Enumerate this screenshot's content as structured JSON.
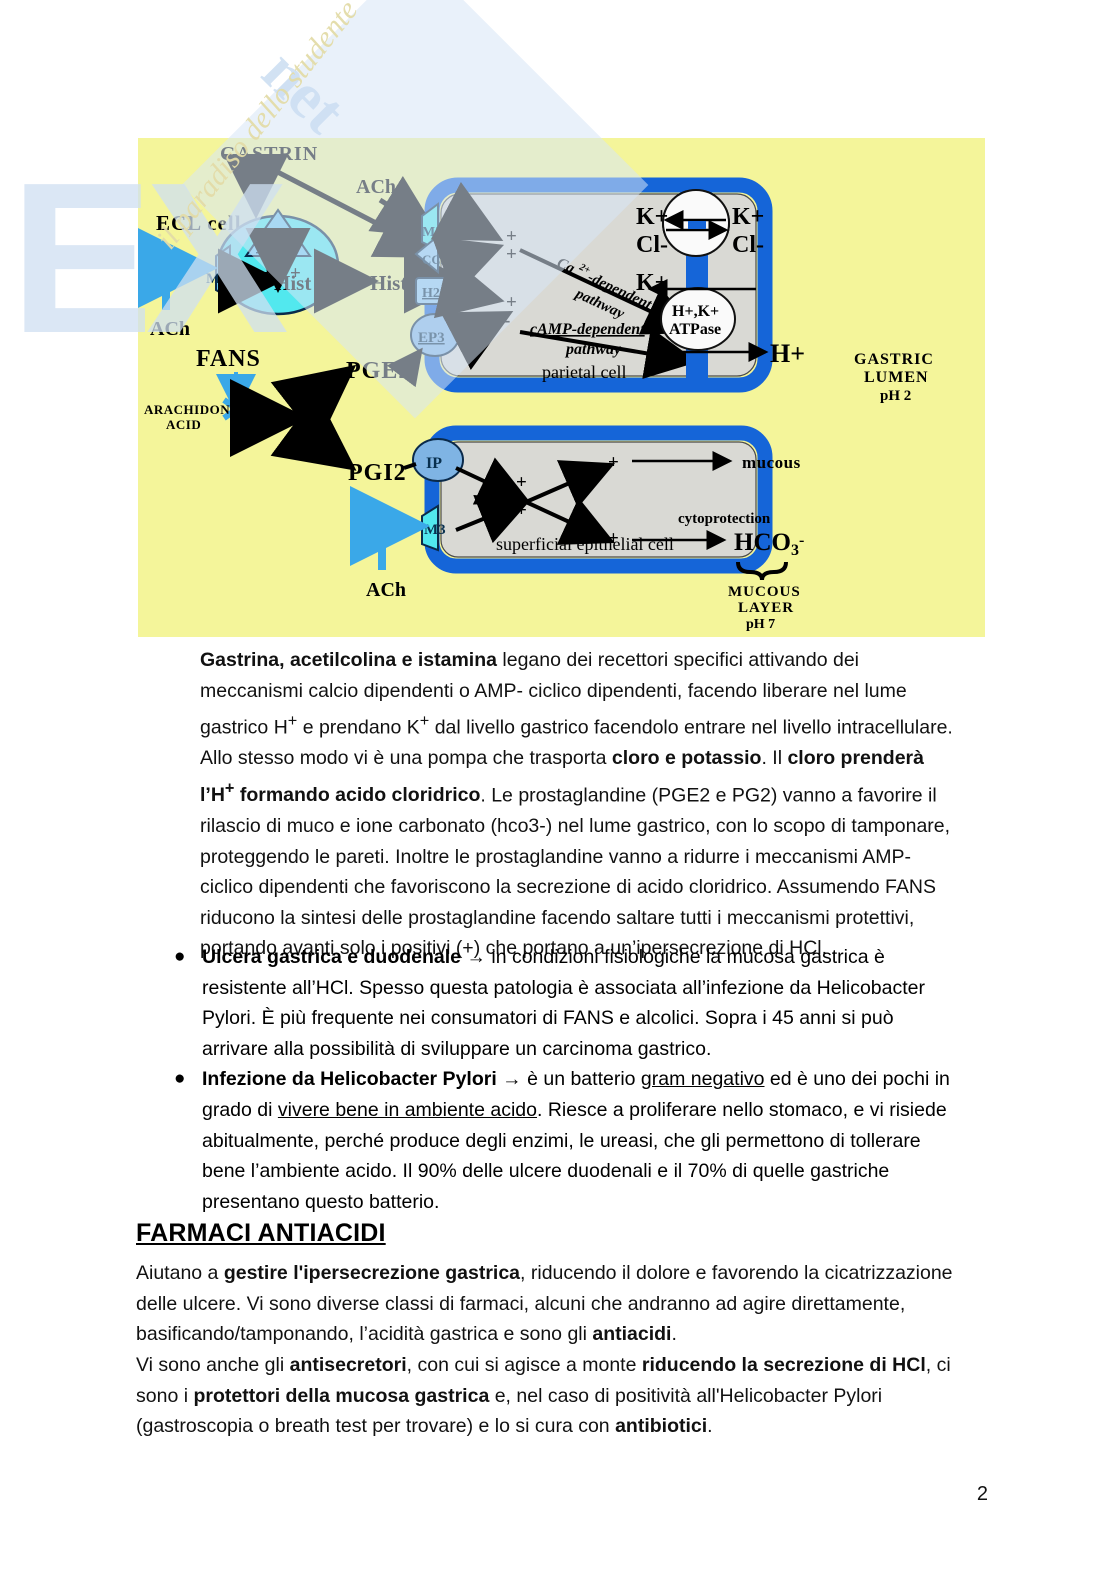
{
  "watermark": {
    "letters": "EX",
    "net": "net",
    "script": "il paradiso dello studente"
  },
  "figure": {
    "caption_alt": "gastric-acid-secretion-diagram",
    "background_color": "#f4f59a",
    "cell_border_color": "#1565d8",
    "cell_fill_color": "#d9d9d4",
    "ecl_fill_color": "#52e8ee",
    "receptor_fill_color": "#6fa8e0",
    "labels": {
      "gastrin": "GASTRIN",
      "ach_top": "ACh",
      "ecl_cell": "ECL cell",
      "cck2_ecl": "CCK2",
      "m3_ecl": "M3",
      "ach_left": "ACh",
      "hist_in": "Hist",
      "hist_out": "Hist",
      "plus1": "+",
      "plus2": "+",
      "fans": "FANS",
      "arachidonic": "ARACHIDONIC\nACID",
      "pge2": "PGE2",
      "pgi2": "PGI2",
      "m3_parietal": "M3",
      "cck2_parietal": "CCK2",
      "h2": "H2",
      "ep3": "EP3",
      "ca_pathway": "Ca2+-dependent",
      "ca_pathway2": "pathway",
      "camp_pathway": "cAMP-dependent",
      "camp_pathway2": "pathway",
      "parietal_cell": "parietal cell",
      "k_in": "K+",
      "cl_in": "Cl-",
      "k_out": "K+",
      "cl_out": "Cl-",
      "k_atp": "K+",
      "atpase": "H+,K+",
      "atpase2": "ATPase",
      "h_out": "H+",
      "gastric_lumen": "GASTRIC",
      "gastric_lumen2": "LUMEN",
      "gastric_ph": "pH 2",
      "ip": "IP",
      "m_epi": "M3",
      "ach_bottom": "ACh",
      "superficial": "superficial epithelial cell",
      "mucous": "mucous",
      "cytoprotection": "cytoprotection",
      "hco3": "HCO3-",
      "mucous_layer": "MUCOUS",
      "mucous_layer2": "LAYER",
      "mucous_ph": "pH 7",
      "plus_a": "+",
      "plus_b": "+",
      "plus_c": "+",
      "plus_d": "+",
      "minus": "-"
    }
  },
  "body": {
    "intro_html": "<b>Gastrina, acetilcolina e istamina</b> legano dei recettori specifici attivando dei meccanismi calcio dipendenti o AMP- ciclico dipendenti, facendo liberare nel lume gastrico H<sup>+</sup> e prendano K<sup>+</sup> dal livello gastrico facendolo entrare nel livello intracellulare. Allo stesso modo vi &egrave; una pompa che trasporta <b>cloro e potassio</b>. Il <b>cloro prender&agrave; l&rsquo;H<sup>+</sup> formando acido cloridrico</b>. Le prostaglandine (PGE2 e PG2) vanno a favorire il rilascio di muco e ione carbonato (hco3-) nel lume gastrico, con lo scopo di tamponare, proteggendo le pareti. Inoltre le prostaglandine vanno a ridurre i meccanismi AMP-ciclico dipendenti che favoriscono la secrezione di acido cloridrico. Assumendo FANS riducono la sintesi delle prostaglandine facendo saltare tutti i meccanismi protettivi, portando avanti solo i positivi (+) che portano a un&rsquo;ipersecrezione di HCl.",
    "bullets": [
      {
        "marker": "●",
        "html": "<b>Ulcera gastrica e duodenale</b> &rarr; in condizioni fisiologiche la mucosa gastrica &egrave; resistente all&rsquo;HCl. Spesso questa patologia &egrave; associata all&rsquo;infezione da Helicobacter Pylori. &Egrave; pi&ugrave; frequente nei consumatori di FANS e alcolici. Sopra i 45 anni si pu&ograve; arrivare alla possibilit&agrave; di sviluppare un carcinoma gastrico."
      },
      {
        "marker": "●",
        "html": "<b>Infezione da Helicobacter Pylori</b> &rarr; &egrave; un batterio <u>gram negativo</u> ed &egrave; uno dei pochi in grado di <u>vivere bene in ambiente acido</u>. Riesce a proliferare nello stomaco, e vi risiede abitualmente, perch&eacute; produce degli enzimi, le ureasi, che gli permettono di tollerare bene l&rsquo;ambiente acido. Il 90% delle ulcere duodenali e il 70% di quelle gastriche presentano questo batterio."
      }
    ],
    "section_heading": "FARMACI ANTIACIDI",
    "anti_p1_html": "Aiutano a <b>gestire l'ipersecrezione gastrica</b>, riducendo il dolore e favorendo la cicatrizzazione delle ulcere. Vi sono diverse classi di farmaci, alcuni che andranno ad agire direttamente, basificando/tamponando, l&rsquo;acidit&agrave; gastrica e sono gli <b>antiacidi</b>.",
    "anti_p2_html": "Vi sono anche gli <b>antisecretori</b>, con cui si agisce a monte <b>riducendo la secrezione di HCl</b>, ci sono i <b>protettori della mucosa gastrica</b> e, nel caso di positivit&agrave; all'Helicobacter Pylori (gastroscopia o breath test per trovare) e lo si cura con <b>antibiotici</b>.",
    "page_number": "2"
  }
}
